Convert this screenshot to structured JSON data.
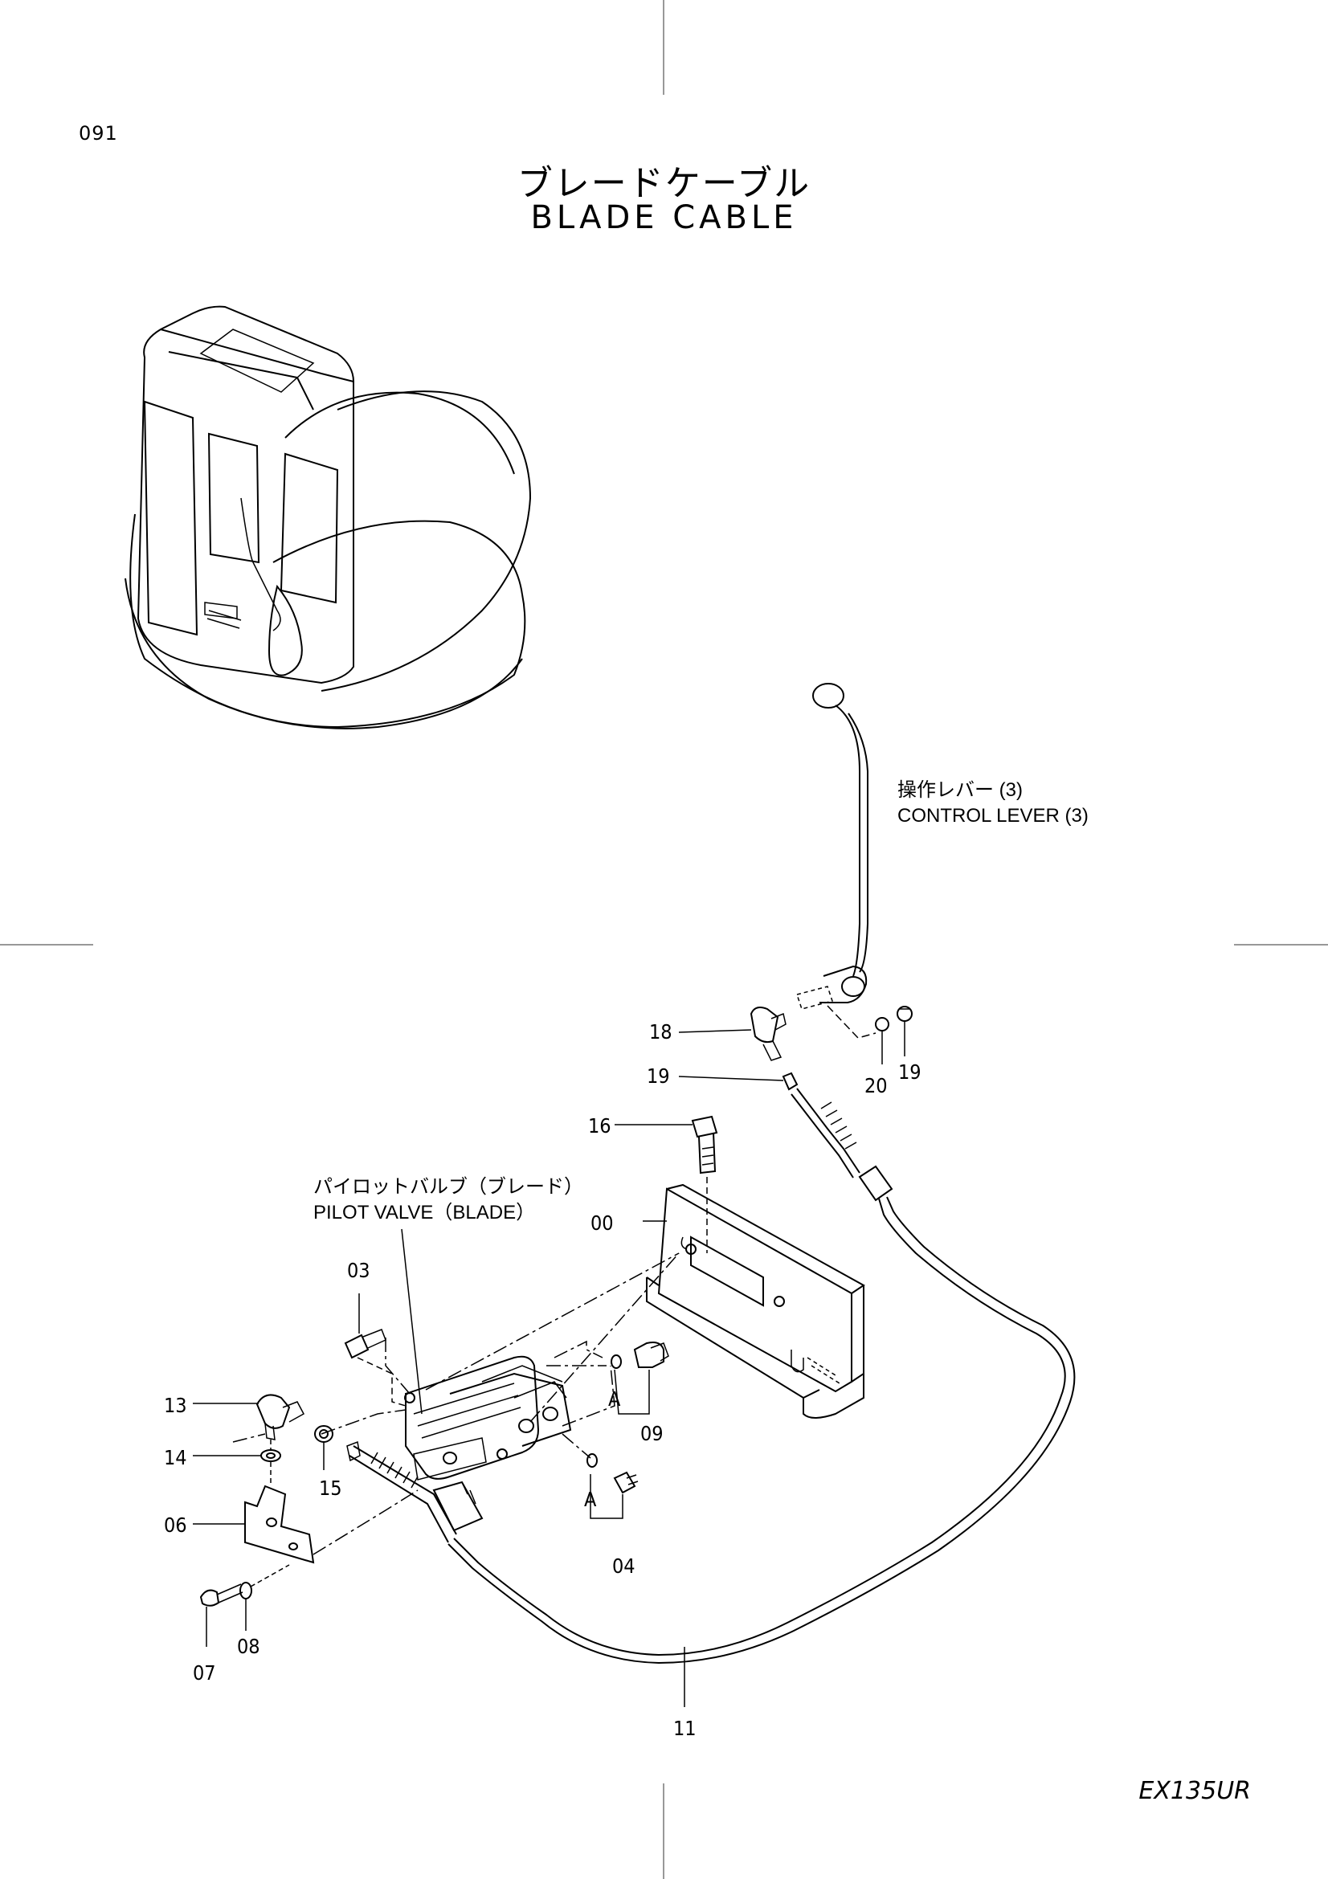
{
  "page": {
    "number": "091",
    "title_ja": "ブレードケーブル",
    "title_en": "BLADE  CABLE",
    "model": "EX135UR"
  },
  "labels": {
    "control_lever_ja": "操作レバー (3)",
    "control_lever_en": "CONTROL  LEVER (3)",
    "pilot_valve_ja": "パイロットバルブ（ブレード）",
    "pilot_valve_en": "PILOT  VALVE（BLADE）",
    "ref_a1": "A",
    "ref_a2": "A"
  },
  "callouts": [
    "18",
    "19",
    "20",
    "19",
    "16",
    "00",
    "03",
    "09",
    "13",
    "14",
    "15",
    "06",
    "04",
    "07",
    "08",
    "11"
  ]
}
